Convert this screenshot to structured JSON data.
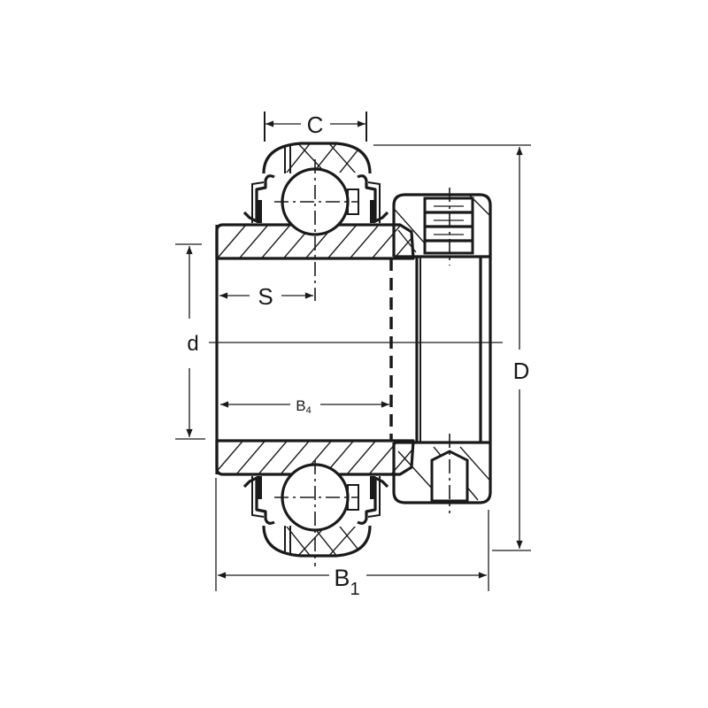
{
  "diagram": {
    "type": "technical-cross-section",
    "subject": "Ball bearing insert with eccentric locking collar",
    "colors": {
      "ink": "#1a1a1a",
      "background": "#ffffff"
    },
    "dimensions": {
      "C": {
        "label": "C",
        "meaning": "outer ring width"
      },
      "S": {
        "label": "S",
        "meaning": "distance from inner ring face to ball centre"
      },
      "d": {
        "label": "d",
        "meaning": "bore diameter"
      },
      "B4": {
        "label": "B",
        "subscript": "4",
        "meaning": "inner ring length"
      },
      "D": {
        "label": "D",
        "meaning": "outer diameter"
      },
      "B1": {
        "label": "B",
        "subscript": "1",
        "meaning": "overall width including collar"
      }
    }
  }
}
